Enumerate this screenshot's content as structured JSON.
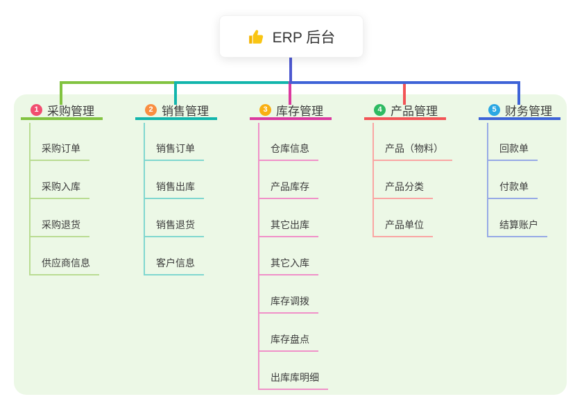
{
  "root": {
    "label": "ERP 后台",
    "icon": "thumbs-up"
  },
  "colors": {
    "canvas_bg": "#ffffff",
    "panel_bg": "#ecf8e6",
    "root_connector": "#4d58d0",
    "text": "#3b3b3b",
    "thumb_main": "#f9c513",
    "thumb_sleeve": "#f4b400"
  },
  "branches": [
    {
      "num": "1",
      "label": "采购管理",
      "badge_color": "#f14e70",
      "line_color": "#82c341",
      "light_color": "#b9dc92",
      "children": [
        "采购订单",
        "采购入库",
        "采购退货",
        "供应商信息"
      ]
    },
    {
      "num": "2",
      "label": "销售管理",
      "badge_color": "#f98e41",
      "line_color": "#12b5ac",
      "light_color": "#7fd7cf",
      "children": [
        "销售订单",
        "销售出库",
        "销售退货",
        "客户信息"
      ]
    },
    {
      "num": "3",
      "label": "库存管理",
      "badge_color": "#f9af12",
      "line_color": "#db399f",
      "light_color": "#f090c8",
      "children": [
        "仓库信息",
        "产品库存",
        "其它出库",
        "其它入库",
        "库存调拨",
        "库存盘点",
        "出库库明细"
      ]
    },
    {
      "num": "4",
      "label": "产品管理",
      "badge_color": "#2eba62",
      "line_color": "#f25456",
      "light_color": "#faa5a3",
      "children": [
        "产品（物料）",
        "产品分类",
        "产品单位"
      ]
    },
    {
      "num": "5",
      "label": "财务管理",
      "badge_color": "#2ba7e3",
      "line_color": "#3e63d7",
      "light_color": "#96a9e6",
      "children": [
        "回款单",
        "付款单",
        "结算账户"
      ]
    }
  ]
}
